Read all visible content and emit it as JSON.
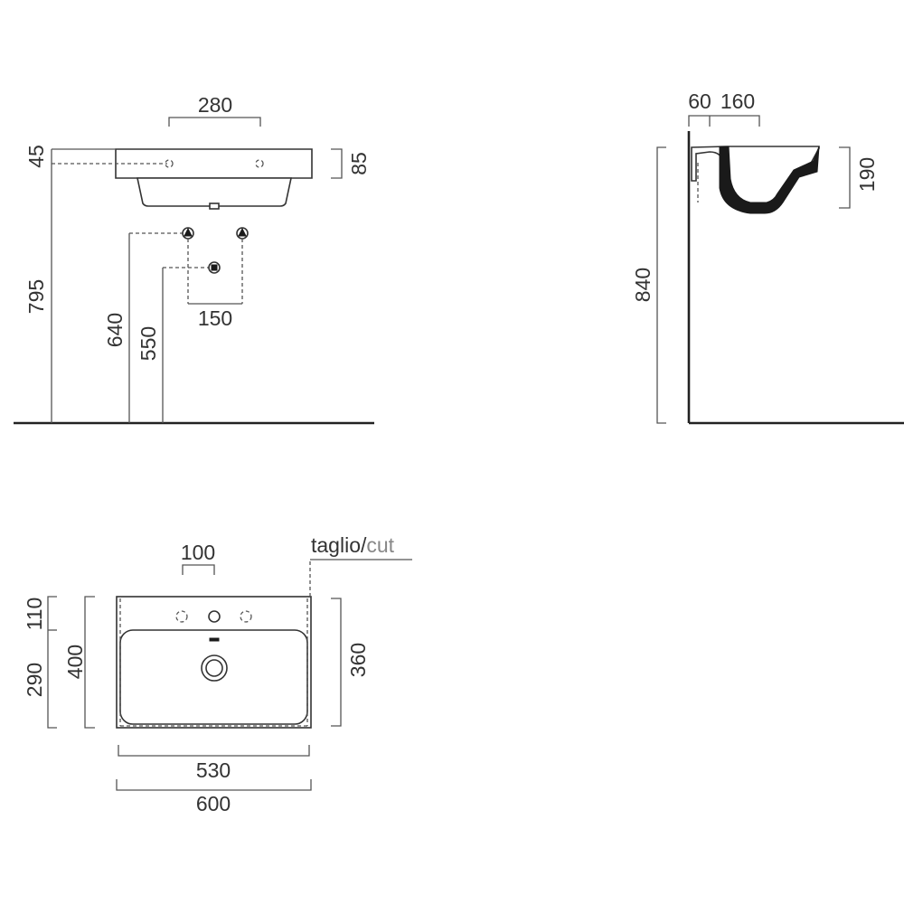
{
  "front_view": {
    "dims": {
      "hole_spacing": "280",
      "top_offset": "45",
      "rim_height": "85",
      "total_height": "795",
      "supply_height": "640",
      "waste_height": "550",
      "supply_spacing": "150"
    }
  },
  "side_view": {
    "dims": {
      "wall_gap": "60",
      "depth": "160",
      "basin_height": "190",
      "total_height": "840"
    }
  },
  "top_view": {
    "cut_label": "taglio/",
    "cut_label_en": "cut",
    "cut_label_en_color": "#888888",
    "dims": {
      "tap_spacing": "100",
      "back_depth": "110",
      "bowl_depth": "290",
      "total_depth": "400",
      "cut_depth": "360",
      "cut_width": "530",
      "total_width": "600"
    }
  }
}
